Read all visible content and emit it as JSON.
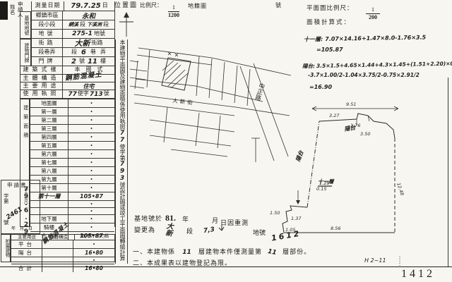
{
  "page_no": "1412",
  "applicant": {
    "col1": "申請人",
    "col2": "姓名"
  },
  "header": {
    "survey_date_label": "測量日期",
    "survey_date_value": "79.7.25",
    "survey_date_unit": "日",
    "location_map_title": "位置圖",
    "scale_label": "比例尺：",
    "location_scale_num": "1",
    "location_scale_den": "1200",
    "location_scale_suffix": "地籍圖",
    "sheet_no_suffix": "號",
    "plan_scale_label": "平面圖比例尺：",
    "plan_scale_num": "1",
    "plan_scale_den": "200",
    "calc_label": "面積計算式："
  },
  "site": {
    "group": "基地地號",
    "row1_label": "鄉鎮市區",
    "row1_value": "永和",
    "row2_label": "段小段",
    "row2_hand1": "網溪",
    "row2_print1": "段",
    "row2_hand2": "下溪洲",
    "row2_print2": "段",
    "row3_label": "地號",
    "row3_hand": "275-1",
    "row3_suffix": "地號"
  },
  "address": {
    "group": "建物門牌",
    "row1_label": "街路",
    "row1_hand": "大新",
    "row1_suffix": "街路",
    "row2_label": "段巷弄",
    "row2_print1": "段",
    "row2_hand": "6",
    "row2_print2": "巷",
    "row2_print3": "弄",
    "row3_label": "門牌",
    "row3_hand1": "2",
    "row3_print1": "號",
    "row3_hand2": "11",
    "row3_print2": "樓"
  },
  "building": {
    "style_label": "建築式樣",
    "style_value": "本　國　式",
    "structure_label": "主體構造",
    "structure_value": "鋼筋混凝土",
    "use_label": "主要用途",
    "use_value": "住宅",
    "license_label": "使用執照",
    "license_hand1": "77",
    "license_print1": "使字",
    "license_hand2": "713",
    "license_print2": "號"
  },
  "floor_area": {
    "group1": "建築面積",
    "group2": "（平方公尺）",
    "rows": [
      {
        "label": "地面層",
        "value": "•"
      },
      {
        "label": "第一層",
        "value": "•"
      },
      {
        "label": "第二層",
        "value": "•"
      },
      {
        "label": "第三層",
        "value": "•"
      },
      {
        "label": "第四層",
        "value": "•"
      },
      {
        "label": "第五層",
        "value": "•"
      },
      {
        "label": "第六層",
        "value": "•"
      },
      {
        "label": "第七層",
        "value": "•"
      },
      {
        "label": "第八層",
        "value": "•"
      },
      {
        "label": "第九層",
        "value": "•"
      },
      {
        "label": "第十層",
        "value": "•"
      },
      {
        "label": "第十一層",
        "value": "105•87"
      },
      {
        "label": "",
        "value": "•"
      },
      {
        "label": "",
        "value": "•"
      },
      {
        "label": "地下層",
        "value": "•"
      },
      {
        "label": "騎樓",
        "value": "•"
      },
      {
        "label": "合　計",
        "value": "105•87"
      }
    ]
  },
  "annex": {
    "group": "附屬建物",
    "h1": "主要用途",
    "h2": "主體構造",
    "h3": "面(平方公尺)積",
    "structure_overlay": "鋼筋混凝土",
    "rows": [
      {
        "use": "平台",
        "area": "•"
      },
      {
        "use": "陽台",
        "area": "16•80"
      },
      {
        "use": "",
        "area": "•"
      },
      {
        "use": "合計",
        "area": "16•80"
      }
    ]
  },
  "application_box": {
    "title": "申請書",
    "line2_pre": "字第",
    "number": "2461",
    "line2_suf": "號",
    "date_row": "年　月　日",
    "date_stamp": "79.6.29"
  },
  "side_note": {
    "p1": "本建物平面圖及建物面積係使用執照",
    "h1": "77",
    "p2": "使字第",
    "h2": "793",
    "p3": "號設計圖或竣工平面圖轉繪計算"
  },
  "calc": {
    "line1_label": "十一層:",
    "line1": "7.07×14.16+1.47×8.0-1.76×3.5",
    "line2": "=105.87",
    "line3_label": "陽台:",
    "line3": "3.5×1.5+4.65×1.44+4.3×1.45+(1.51+2.20)×0.45/2+3.7×1.",
    "line4": "-3.7×1.00/2-1.04×3.75/2-0.75×2.91/2",
    "line5": "=16.90"
  },
  "map": {
    "road1": "大新街",
    "road2": "中正路"
  },
  "plan": {
    "dim_top": "9.51",
    "dim_top_left": "3.27",
    "dim_notch1": "1.76",
    "dim_notch2": "3.50",
    "dim_right": "12.48",
    "dim_bottom": "8.56",
    "dim_bl1": "1.50",
    "dim_bl2": "1.05",
    "dim_bl3": "1.37",
    "dim_ml1": "1.29",
    "dim_ml2": "0.15",
    "balcony1": "陽台",
    "balcony2": "陽台",
    "floor_label": "十一層",
    "hand_note": "H 2~11"
  },
  "remeasure": {
    "p1": "基地號於",
    "stamp": "81.",
    "p2": "年",
    "p3": "月",
    "p4": "日因重測",
    "p5": "變更為",
    "hand_section": "大新",
    "p6": "段",
    "hand_no1": "7,3",
    "p7": "地號",
    "hand_no2": "1612"
  },
  "notes": {
    "n1_pre": "一、本建物係",
    "n1_hand1": "11",
    "n1_mid": "層建物本件僅測量第",
    "n1_hand2": "11",
    "n1_suf": "層部份。",
    "n2": "二、本成果表以建物登記為限。"
  }
}
